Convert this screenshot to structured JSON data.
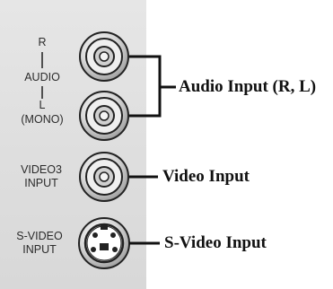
{
  "panel_labels": {
    "r": "R",
    "audio": "AUDIO",
    "l": "L",
    "mono": "(MONO)",
    "video3_line1": "VIDEO3",
    "video3_line2": "INPUT",
    "svideo_line1": "S-VIDEO",
    "svideo_line2": "INPUT"
  },
  "callouts": {
    "audio": "Audio Input (R, L)",
    "video": "Video Input",
    "svideo": "S-Video Input"
  },
  "connectors": [
    {
      "name": "audio-r-jack",
      "kind": "rca"
    },
    {
      "name": "audio-l-jack",
      "kind": "rca"
    },
    {
      "name": "video3-jack",
      "kind": "rca"
    },
    {
      "name": "s-video-jack",
      "kind": "mini-din"
    }
  ],
  "colors": {
    "panel": "#dedede",
    "line": "#111111",
    "label": "#2b2b2b"
  }
}
